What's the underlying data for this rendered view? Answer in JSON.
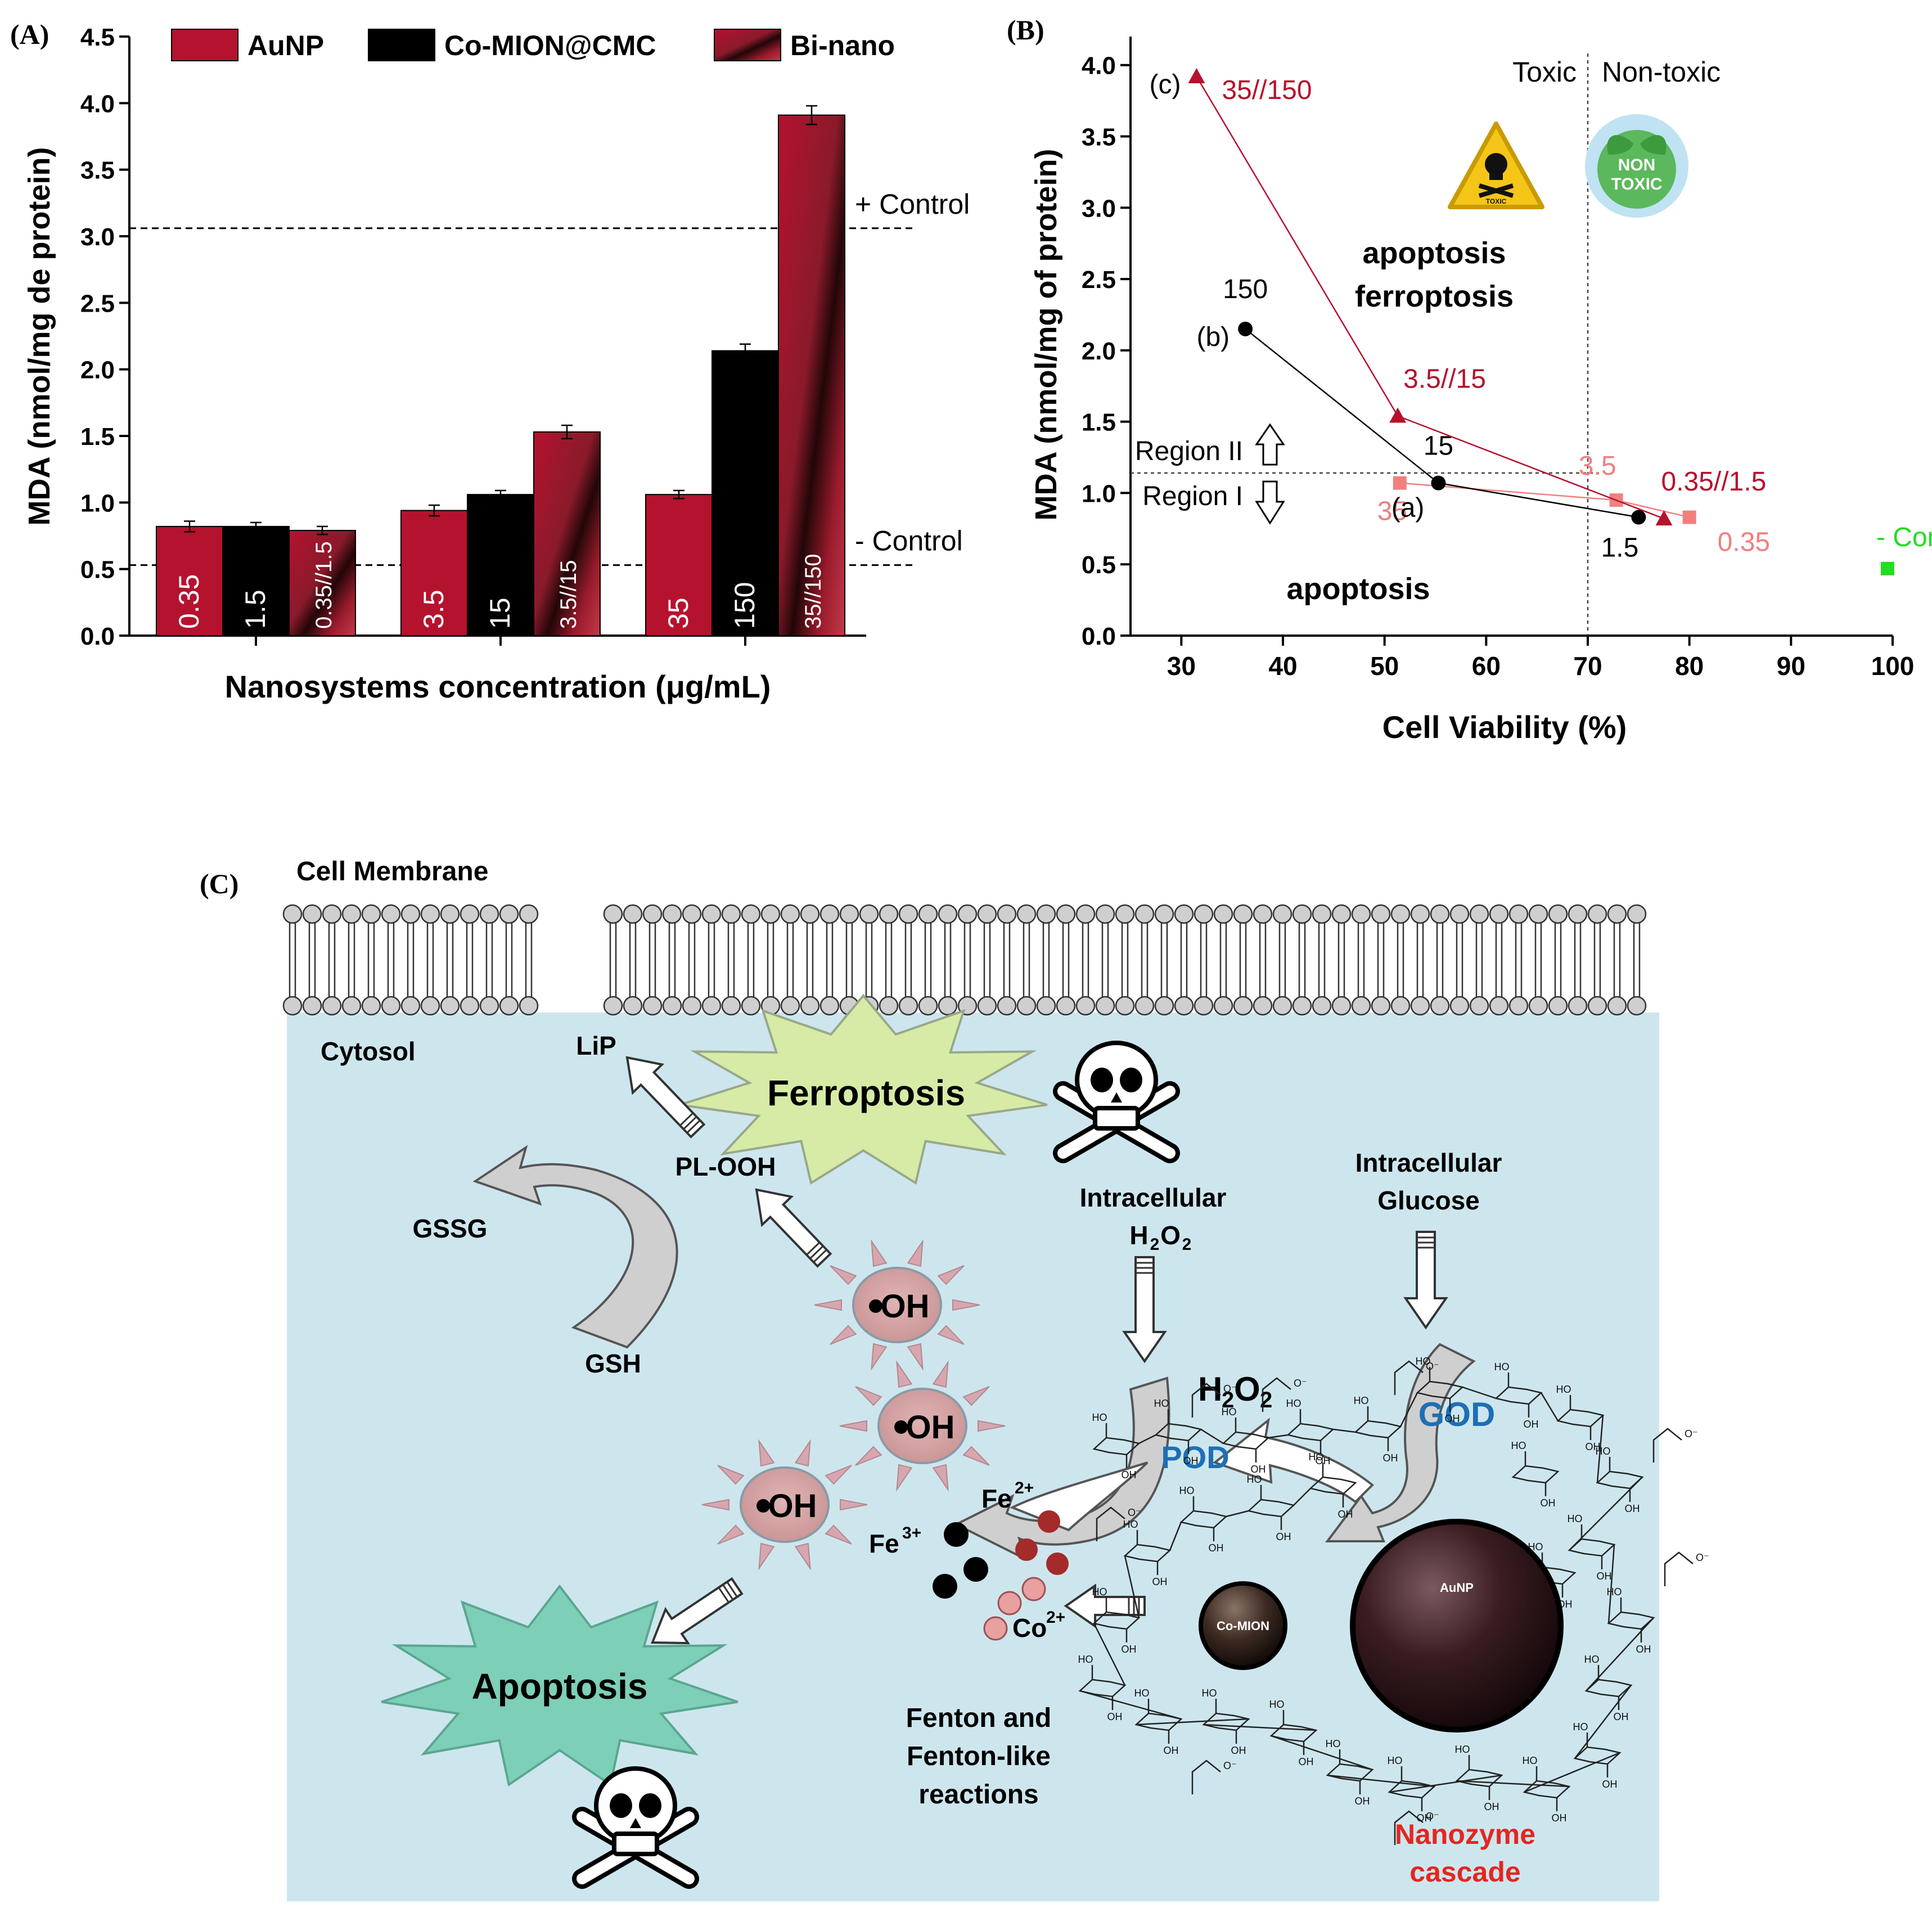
{
  "panel_labels": {
    "a": "(A)",
    "b": "(B)",
    "c": "(C)"
  },
  "chart_data": [
    {
      "type": "bar",
      "panel": "(A)",
      "ylabel": "MDA (nmol/mg de protein)",
      "xlabel": "Nanosystems concentration (μg/mL)",
      "ylim": [
        0,
        4.5
      ],
      "yticks": [
        "0.0",
        "0.5",
        "1.0",
        "1.5",
        "2.0",
        "2.5",
        "3.0",
        "3.5",
        "4.0",
        "4.5"
      ],
      "legend_position": "top",
      "series": [
        {
          "name": "AuNP",
          "color": "#b5122e",
          "values": [
            0.82,
            0.94,
            1.06
          ],
          "errors": [
            0.04,
            0.04,
            0.03
          ],
          "labels": [
            "0.35",
            "3.5",
            "35"
          ]
        },
        {
          "name": "Co-MION@CMC",
          "color": "#000000",
          "values": [
            0.82,
            1.06,
            2.14
          ],
          "errors": [
            0.03,
            0.03,
            0.05
          ],
          "labels": [
            "1.5",
            "15",
            "150"
          ]
        },
        {
          "name": "Bi-nano",
          "color": "#b5122e",
          "values": [
            0.79,
            1.53,
            3.91
          ],
          "errors": [
            0.03,
            0.05,
            0.07
          ],
          "labels": [
            "0.35//1.5",
            "3.5//15",
            "35//150"
          ]
        }
      ],
      "reference_lines": [
        {
          "label": "+ Control",
          "value": 3.06
        },
        {
          "label": "- Control",
          "value": 0.53
        }
      ]
    },
    {
      "type": "scatter",
      "panel": "(B)",
      "ylabel": "MDA (nmol/mg of protein)",
      "xlabel": "Cell Viability (%)",
      "xlim": [
        25,
        100
      ],
      "ylim": [
        0,
        4.2
      ],
      "xticks": [
        "30",
        "40",
        "50",
        "60",
        "70",
        "80",
        "90",
        "100"
      ],
      "yticks": [
        "0.0",
        "0.5",
        "1.0",
        "1.5",
        "2.0",
        "2.5",
        "3.0",
        "3.5",
        "4.0"
      ],
      "series": [
        {
          "name": "(a)",
          "color": "#f08080",
          "marker": "square",
          "points": [
            {
              "x": 51.5,
              "y": 1.07,
              "label": "35"
            },
            {
              "x": 72.8,
              "y": 0.95,
              "label": "3.5"
            },
            {
              "x": 80.0,
              "y": 0.83,
              "label": "0.35"
            }
          ]
        },
        {
          "name": "(b)",
          "color": "#000000",
          "marker": "circle",
          "points": [
            {
              "x": 36.3,
              "y": 2.15,
              "label": "150"
            },
            {
              "x": 55.3,
              "y": 1.07,
              "label": "15"
            },
            {
              "x": 75.0,
              "y": 0.83,
              "label": "1.5"
            }
          ]
        },
        {
          "name": "(c)",
          "color": "#b5122e",
          "marker": "triangle",
          "points": [
            {
              "x": 31.5,
              "y": 3.92,
              "label": "35//150"
            },
            {
              "x": 51.3,
              "y": 1.54,
              "label": "3.5//15"
            },
            {
              "x": 77.5,
              "y": 0.82,
              "label": "0.35//1.5"
            }
          ]
        },
        {
          "name": "- Control",
          "color": "#22dd22",
          "marker": "square",
          "points": [
            {
              "x": 99.5,
              "y": 0.47,
              "label": "- Control"
            }
          ]
        }
      ],
      "vertical_line": 70,
      "horizontal_line": 1.14,
      "annotations": {
        "toxic": "Toxic",
        "non_toxic": "Non-toxic",
        "sign_toxic": "TOXIC",
        "sign_non_toxic_1": "NON",
        "sign_non_toxic_2": "TOXIC",
        "apoptosis_ferroptosis_1": "apoptosis",
        "apoptosis_ferroptosis_2": "ferroptosis",
        "apoptosis": "apoptosis",
        "region_2": "Region II",
        "region_1": "Region I"
      }
    }
  ],
  "diagram": {
    "cell_membrane": "Cell Membrane",
    "cytosol": "Cytosol",
    "lip": "LiP",
    "ferroptosis": "Ferroptosis",
    "pl_ooh": "PL-OOH",
    "gssg": "GSSG",
    "gsh": "GSH",
    "oh": "OH",
    "intracellular_h2o2_1": "Intracellular",
    "intracellular_h2o2_2": "H",
    "intracellular_glucose_1": "Intracellular",
    "intracellular_glucose_2": "Glucose",
    "h2o2": "H",
    "pod": "POD",
    "god": "GOD",
    "fe3": "Fe",
    "fe2": "Fe",
    "co2": "Co",
    "fenton_1": "Fenton and",
    "fenton_2": "Fenton-like",
    "fenton_3": "reactions",
    "apoptosis": "Apoptosis",
    "co_mion": "Co-MION",
    "aunp": "AuNP",
    "nanozyme_1": "Nanozyme",
    "nanozyme_2": "cascade",
    "chem_labels": [
      "HO",
      "OH",
      "O",
      "O⁻",
      "HO"
    ]
  }
}
